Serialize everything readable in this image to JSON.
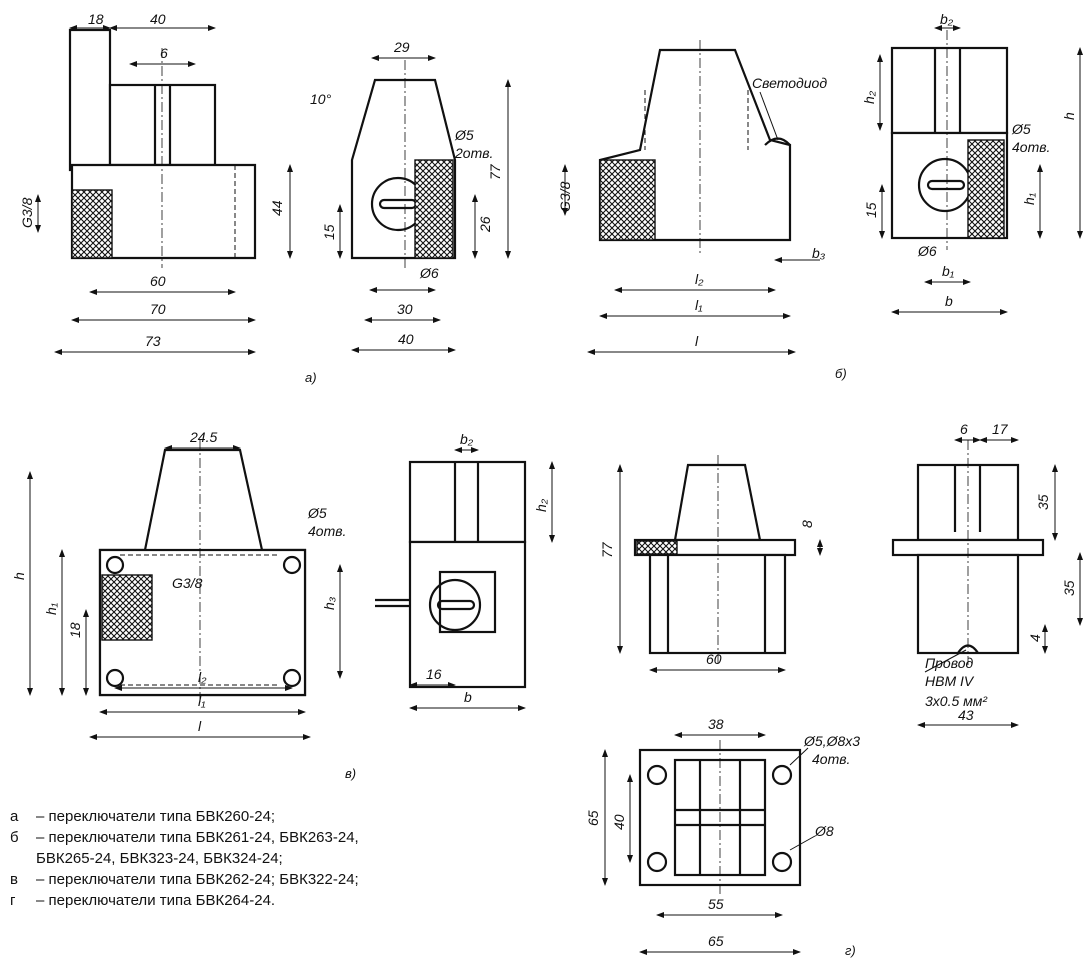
{
  "view_a": {
    "dims": [
      "18",
      "40",
      "6",
      "44",
      "60",
      "70",
      "73",
      "G3/8",
      "29",
      "10°",
      "Ø5",
      "2отв.",
      "15",
      "26",
      "77",
      "Ø6",
      "30",
      "40"
    ],
    "caption": "а)"
  },
  "view_b": {
    "dims": [
      "b₂",
      "h₂",
      "h",
      "Светодиод",
      "Ø5",
      "4отв.",
      "G3/8",
      "h₁",
      "15",
      "Ø6",
      "b₁",
      "b",
      "b₃",
      "l₂",
      "l₁",
      "l"
    ],
    "caption": "б)"
  },
  "view_c": {
    "dims": [
      "24.5",
      "Ø5",
      "4отв.",
      "G3/8",
      "h",
      "h₁",
      "18",
      "h₃",
      "l₂",
      "l₁",
      "l",
      "b₂",
      "h₂",
      "16",
      "b"
    ],
    "caption": "в)"
  },
  "view_d": {
    "dims": [
      "8",
      "77",
      "60",
      "6",
      "17",
      "35",
      "35",
      "4",
      "Провод",
      "НВМ IV",
      "3х0.5 мм²",
      "43",
      "38",
      "Ø5,Ø8х3",
      "4отв.",
      "65",
      "40",
      "Ø8",
      "55",
      "65"
    ],
    "caption": "г)"
  },
  "legend": [
    {
      "key": "а",
      "text": "– переключатели типа БВК260-24;"
    },
    {
      "key": "б",
      "text": "– переключатели типа БВК261-24, БВК263-24,"
    },
    {
      "key": "",
      "text": "БВК265-24, БВК323-24, БВК324-24;"
    },
    {
      "key": "в",
      "text": "– переключатели типа БВК262-24; БВК322-24;"
    },
    {
      "key": "г",
      "text": "– переключатели типа БВК264-24."
    }
  ]
}
